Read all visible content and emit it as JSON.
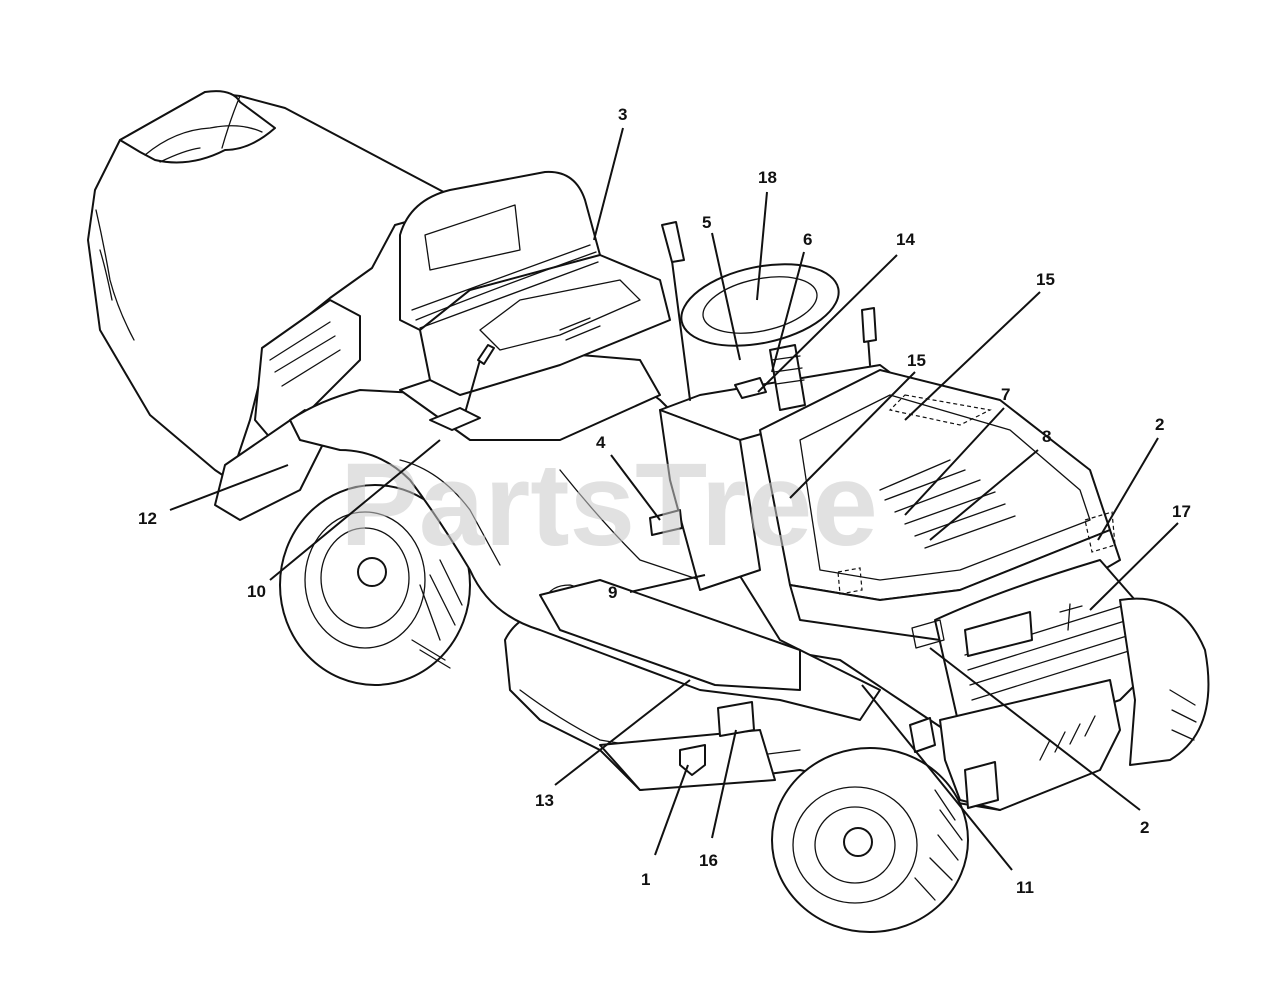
{
  "watermark": "PartsTree",
  "callouts": [
    {
      "id": "c3",
      "label": "3"
    },
    {
      "id": "c18",
      "label": "18"
    },
    {
      "id": "c5",
      "label": "5"
    },
    {
      "id": "c6",
      "label": "6"
    },
    {
      "id": "c14",
      "label": "14"
    },
    {
      "id": "c15a",
      "label": "15"
    },
    {
      "id": "c15b",
      "label": "15"
    },
    {
      "id": "c7",
      "label": "7"
    },
    {
      "id": "c8",
      "label": "8"
    },
    {
      "id": "c2a",
      "label": "2"
    },
    {
      "id": "c17",
      "label": "17"
    },
    {
      "id": "c4",
      "label": "4"
    },
    {
      "id": "c9",
      "label": "9"
    },
    {
      "id": "c12",
      "label": "12"
    },
    {
      "id": "c10",
      "label": "10"
    },
    {
      "id": "c13",
      "label": "13"
    },
    {
      "id": "c1",
      "label": "1"
    },
    {
      "id": "c16",
      "label": "16"
    },
    {
      "id": "c11",
      "label": "11"
    },
    {
      "id": "c2b",
      "label": "2"
    }
  ]
}
